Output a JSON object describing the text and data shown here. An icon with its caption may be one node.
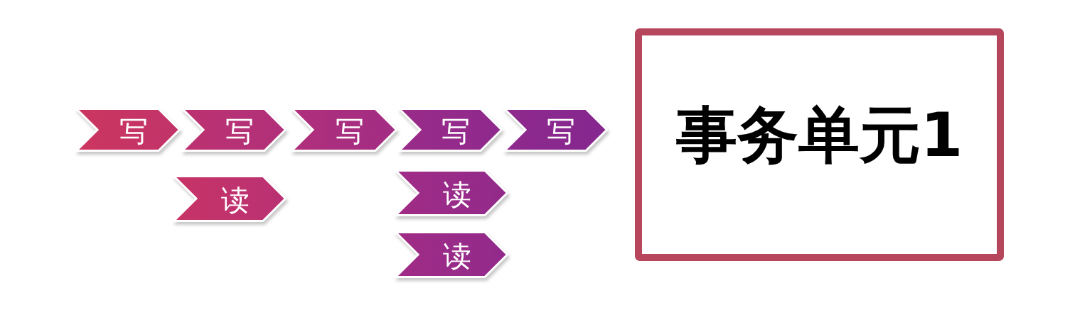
{
  "diagram": {
    "nodes": [
      {
        "text": [
          "写"
        ]
      },
      {
        "text": [
          "写"
        ]
      },
      {
        "text": [
          "写"
        ]
      },
      {
        "text": [
          "写"
        ]
      },
      {
        "text": [
          "写"
        ]
      },
      {
        "text": [
          "读"
        ]
      },
      {
        "text": [
          "读"
        ]
      },
      {
        "text": [
          "读"
        ]
      },
      {
        "text": [
          "事务单元1"
        ]
      }
    ]
  }
}
